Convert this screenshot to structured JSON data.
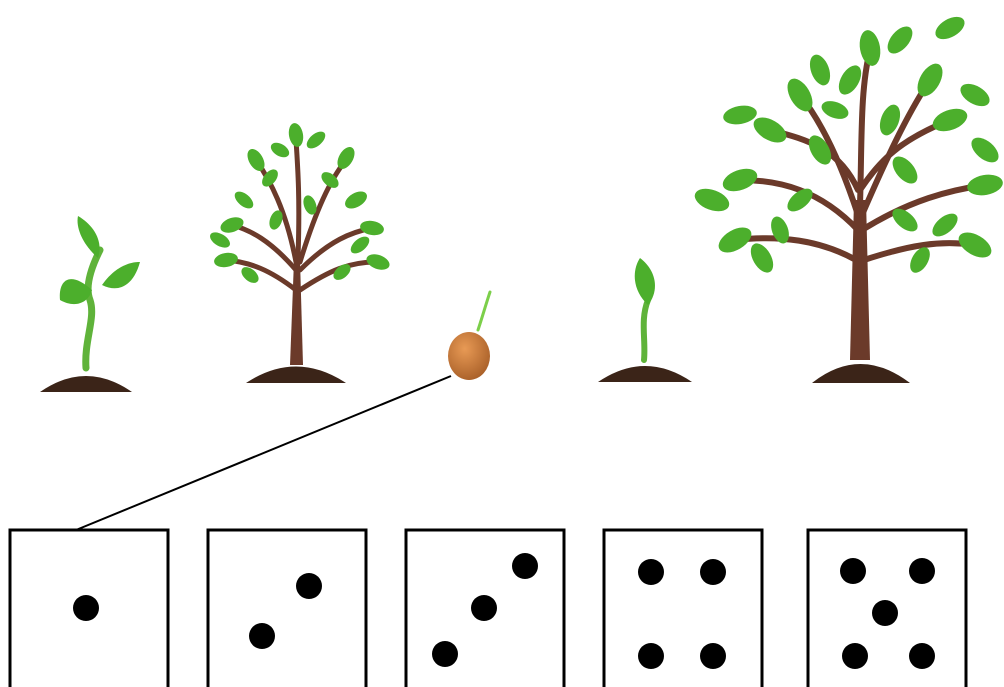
{
  "colors": {
    "background": "#ffffff",
    "leaf": "#4caf2c",
    "leaf_light": "#7ccf4a",
    "trunk": "#6b3a2a",
    "soil": "#3b2418",
    "stem": "#5fb33a",
    "seed": "#c9773a",
    "seed_shade": "#9c5724",
    "connector_line": "#000000",
    "dice_border": "#000000",
    "dice_pip": "#000000"
  },
  "plants": [
    {
      "stage": "sprout-with-leaves",
      "icon": "seedling-icon"
    },
    {
      "stage": "small-tree",
      "icon": "small-tree-icon"
    },
    {
      "stage": "seed",
      "icon": "seed-icon"
    },
    {
      "stage": "tiny-sprout",
      "icon": "tiny-sprout-icon"
    },
    {
      "stage": "large-tree",
      "icon": "large-tree-icon"
    }
  ],
  "dice": [
    {
      "value": 1,
      "icon": "die-one-icon"
    },
    {
      "value": 2,
      "icon": "die-two-icon"
    },
    {
      "value": 3,
      "icon": "die-three-icon"
    },
    {
      "value": 4,
      "icon": "die-four-icon"
    },
    {
      "value": 5,
      "icon": "die-five-icon"
    }
  ],
  "connector": {
    "from": "seed",
    "to": "die-one"
  }
}
